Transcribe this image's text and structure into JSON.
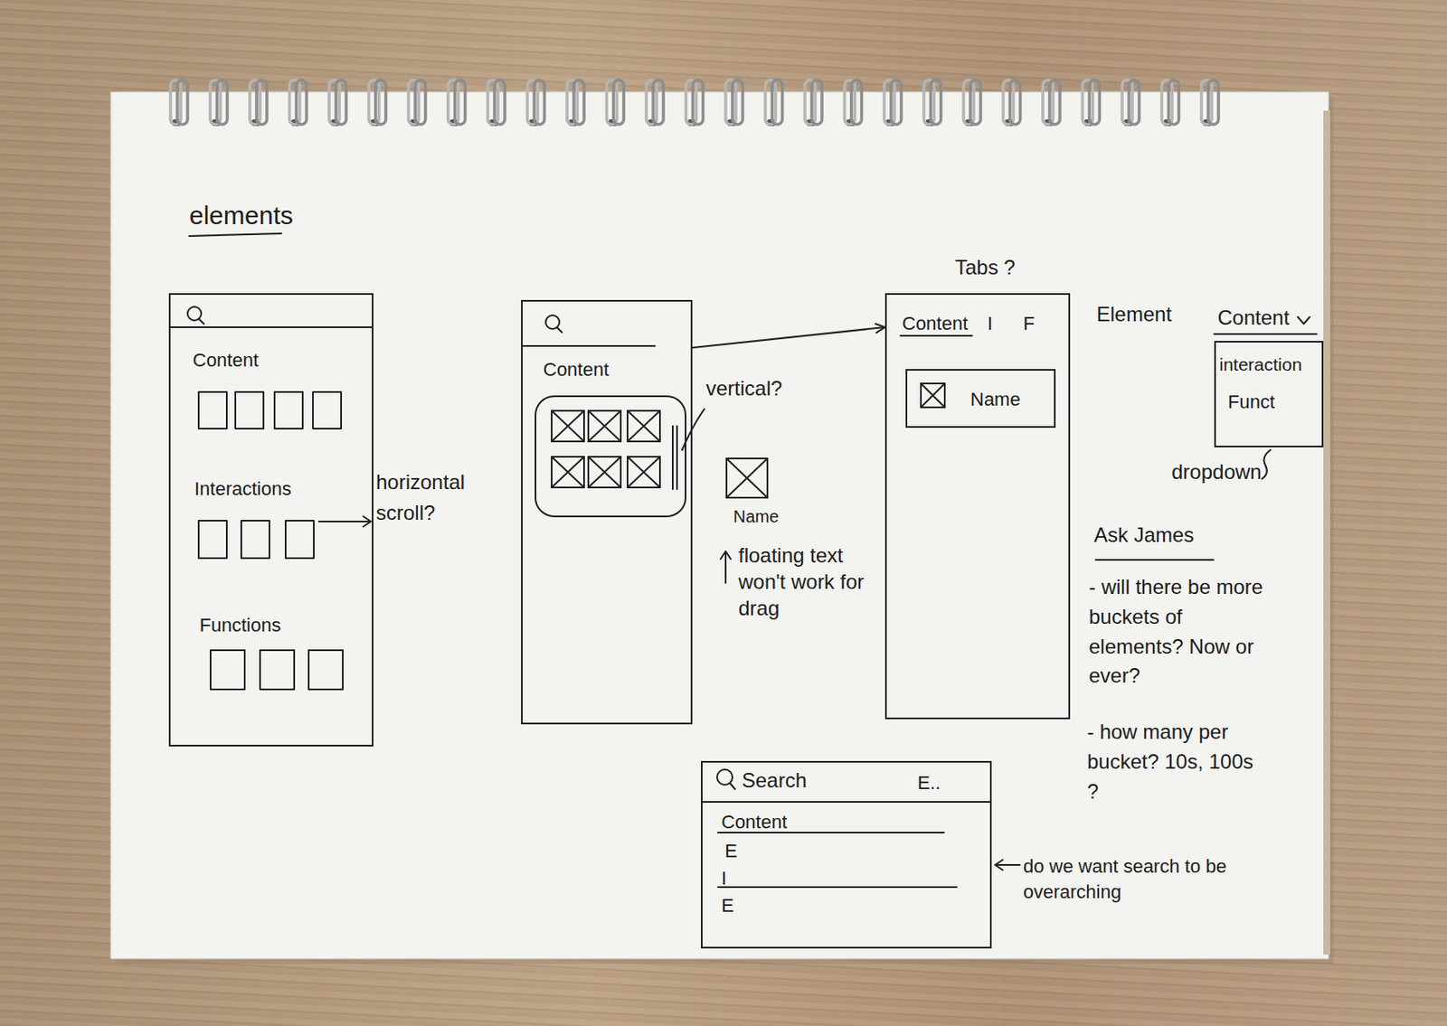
{
  "diagram": {
    "title": "elements",
    "nodes": [
      {
        "text": [
          "Content",
          "Interactions",
          "Functions"
        ]
      },
      {
        "text": [
          "Content"
        ]
      },
      {
        "text": [
          "Content",
          "I",
          "F"
        ]
      },
      {
        "text": [
          "Name"
        ],
        "in": 2
      },
      {
        "text": [
          "Content",
          "interaction",
          "Funct"
        ]
      },
      {
        "text": [
          "Search",
          "E..",
          "Content",
          "E",
          "I",
          "E"
        ]
      }
    ],
    "edges": [
      {
        "from": 1,
        "to": 2,
        "arrow": "to"
      }
    ],
    "labels": [
      "horizontal scroll?",
      "vertical?",
      "Name",
      "floating text won't work for drag",
      "Tabs ?",
      "Element",
      "dropdown",
      "Ask James",
      "- will there be more buckets of elements? Now or ever?",
      "- how many per bucket? 10s, 100s ?",
      "do we want search to be overarching"
    ]
  }
}
